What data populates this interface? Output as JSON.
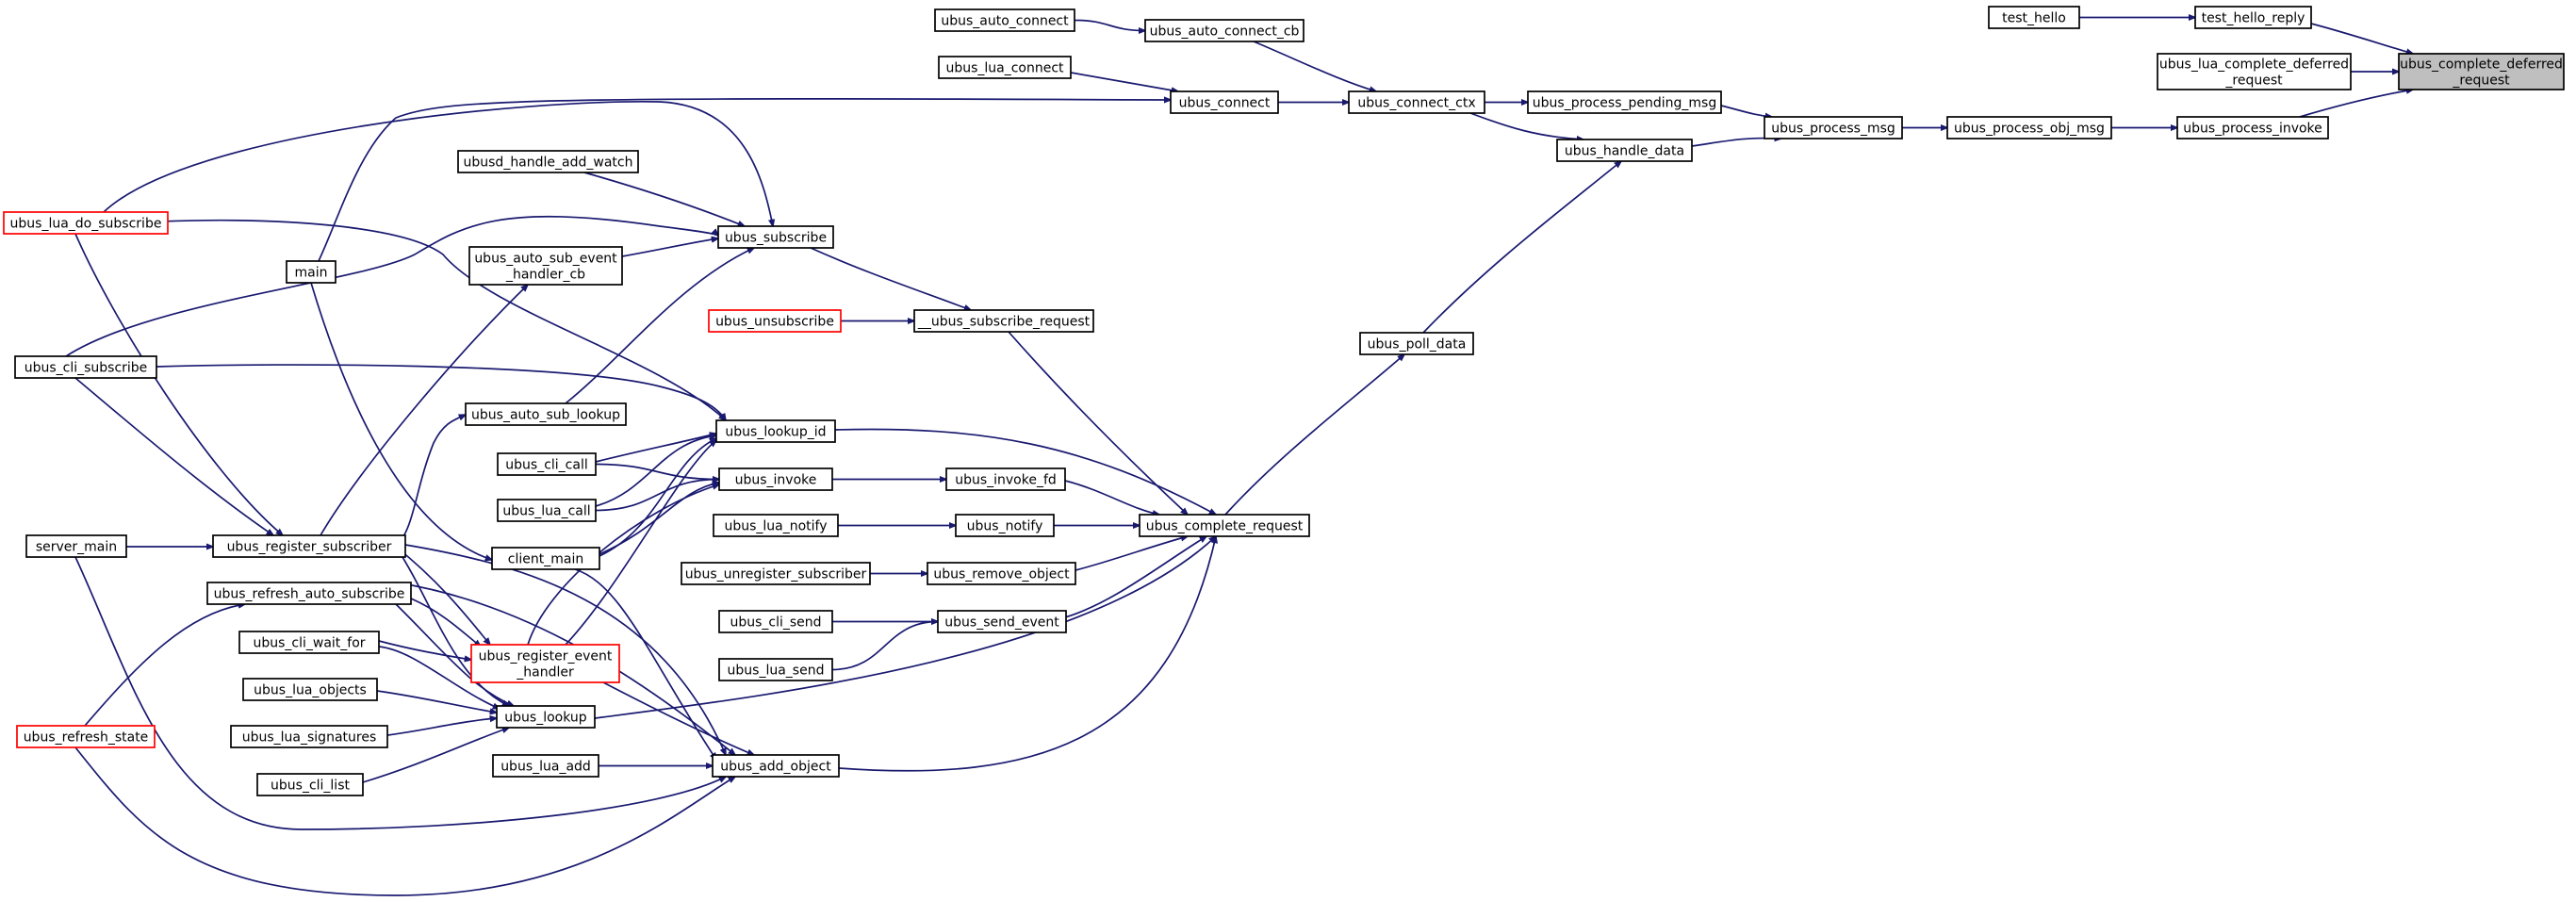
{
  "graph": {
    "colors": {
      "edge": "#191970",
      "node_border": "#000000",
      "node_border_truncated": "#ff0000",
      "root_fill": "#bfbfbf",
      "background": "#ffffff"
    },
    "nodes": [
      {
        "id": "ubus_complete_deferred_request",
        "lines": [
          "ubus_complete_deferred",
          "_request"
        ],
        "style": "root"
      },
      {
        "id": "test_hello_reply",
        "lines": [
          "test_hello_reply"
        ]
      },
      {
        "id": "test_hello",
        "lines": [
          "test_hello"
        ]
      },
      {
        "id": "ubus_lua_complete_deferred_request",
        "lines": [
          "ubus_lua_complete_deferred",
          "_request"
        ]
      },
      {
        "id": "ubus_process_invoke",
        "lines": [
          "ubus_process_invoke"
        ]
      },
      {
        "id": "ubus_process_obj_msg",
        "lines": [
          "ubus_process_obj_msg"
        ]
      },
      {
        "id": "ubus_process_msg",
        "lines": [
          "ubus_process_msg"
        ]
      },
      {
        "id": "ubus_process_pending_msg",
        "lines": [
          "ubus_process_pending_msg"
        ]
      },
      {
        "id": "ubus_handle_data",
        "lines": [
          "ubus_handle_data"
        ]
      },
      {
        "id": "ubus_connect_ctx",
        "lines": [
          "ubus_connect_ctx"
        ]
      },
      {
        "id": "ubus_auto_connect_cb",
        "lines": [
          "ubus_auto_connect_cb"
        ]
      },
      {
        "id": "ubus_auto_connect",
        "lines": [
          "ubus_auto_connect"
        ]
      },
      {
        "id": "ubus_lua_connect",
        "lines": [
          "ubus_lua_connect"
        ]
      },
      {
        "id": "ubus_connect",
        "lines": [
          "ubus_connect"
        ]
      },
      {
        "id": "ubus_poll_data",
        "lines": [
          "ubus_poll_data"
        ]
      },
      {
        "id": "ubus_complete_request",
        "lines": [
          "ubus_complete_request"
        ]
      },
      {
        "id": "ubus_subscribe_request",
        "lines": [
          "__ubus_subscribe_request"
        ]
      },
      {
        "id": "ubus_unsubscribe",
        "lines": [
          "ubus_unsubscribe"
        ],
        "style": "red"
      },
      {
        "id": "ubus_subscribe",
        "lines": [
          "ubus_subscribe"
        ]
      },
      {
        "id": "ubusd_handle_add_watch",
        "lines": [
          "ubusd_handle_add_watch"
        ]
      },
      {
        "id": "ubus_auto_sub_event_handler_cb",
        "lines": [
          "ubus_auto_sub_event",
          "_handler_cb"
        ]
      },
      {
        "id": "ubus_lookup_id",
        "lines": [
          "ubus_lookup_id"
        ]
      },
      {
        "id": "ubus_invoke",
        "lines": [
          "ubus_invoke"
        ]
      },
      {
        "id": "ubus_invoke_fd",
        "lines": [
          "ubus_invoke_fd"
        ]
      },
      {
        "id": "ubus_notify",
        "lines": [
          "ubus_notify"
        ]
      },
      {
        "id": "ubus_lua_notify",
        "lines": [
          "ubus_lua_notify"
        ]
      },
      {
        "id": "ubus_remove_object",
        "lines": [
          "ubus_remove_object"
        ]
      },
      {
        "id": "ubus_unregister_subscriber",
        "lines": [
          "ubus_unregister_subscriber"
        ]
      },
      {
        "id": "ubus_send_event",
        "lines": [
          "ubus_send_event"
        ]
      },
      {
        "id": "ubus_cli_send",
        "lines": [
          "ubus_cli_send"
        ]
      },
      {
        "id": "ubus_lua_send",
        "lines": [
          "ubus_lua_send"
        ]
      },
      {
        "id": "ubus_lookup",
        "lines": [
          "ubus_lookup"
        ]
      },
      {
        "id": "ubus_add_object",
        "lines": [
          "ubus_add_object"
        ]
      },
      {
        "id": "ubus_lua_add",
        "lines": [
          "ubus_lua_add"
        ]
      },
      {
        "id": "ubus_register_event_handler",
        "lines": [
          "ubus_register_event",
          "_handler"
        ],
        "style": "red"
      },
      {
        "id": "ubus_auto_sub_lookup",
        "lines": [
          "ubus_auto_sub_lookup"
        ]
      },
      {
        "id": "ubus_cli_call",
        "lines": [
          "ubus_cli_call"
        ]
      },
      {
        "id": "ubus_lua_call",
        "lines": [
          "ubus_lua_call"
        ]
      },
      {
        "id": "client_main",
        "lines": [
          "client_main"
        ]
      },
      {
        "id": "main",
        "lines": [
          "main"
        ]
      },
      {
        "id": "ubus_lua_do_subscribe",
        "lines": [
          "ubus_lua_do_subscribe"
        ],
        "style": "red"
      },
      {
        "id": "ubus_cli_subscribe",
        "lines": [
          "ubus_cli_subscribe"
        ]
      },
      {
        "id": "server_main",
        "lines": [
          "server_main"
        ]
      },
      {
        "id": "ubus_register_subscriber",
        "lines": [
          "ubus_register_subscriber"
        ]
      },
      {
        "id": "ubus_refresh_auto_subscribe",
        "lines": [
          "ubus_refresh_auto_subscribe"
        ]
      },
      {
        "id": "ubus_refresh_state",
        "lines": [
          "ubus_refresh_state"
        ],
        "style": "red"
      },
      {
        "id": "ubus_cli_wait_for",
        "lines": [
          "ubus_cli_wait_for"
        ]
      },
      {
        "id": "ubus_lua_objects",
        "lines": [
          "ubus_lua_objects"
        ]
      },
      {
        "id": "ubus_lua_signatures",
        "lines": [
          "ubus_lua_signatures"
        ]
      },
      {
        "id": "ubus_cli_list",
        "lines": [
          "ubus_cli_list"
        ]
      }
    ],
    "edges": [
      {
        "from": "test_hello",
        "to": "test_hello_reply"
      },
      {
        "from": "test_hello_reply",
        "to": "ubus_complete_deferred_request"
      },
      {
        "from": "ubus_lua_complete_deferred_request",
        "to": "ubus_complete_deferred_request"
      },
      {
        "from": "ubus_process_invoke",
        "to": "ubus_complete_deferred_request"
      },
      {
        "from": "ubus_process_obj_msg",
        "to": "ubus_process_invoke"
      },
      {
        "from": "ubus_process_msg",
        "to": "ubus_process_obj_msg"
      },
      {
        "from": "ubus_process_pending_msg",
        "to": "ubus_process_msg"
      },
      {
        "from": "ubus_handle_data",
        "to": "ubus_process_msg"
      },
      {
        "from": "ubus_connect_ctx",
        "to": "ubus_process_pending_msg"
      },
      {
        "from": "ubus_connect_ctx",
        "to": "ubus_handle_data"
      },
      {
        "from": "ubus_auto_connect_cb",
        "to": "ubus_connect_ctx"
      },
      {
        "from": "ubus_auto_connect",
        "to": "ubus_auto_connect_cb"
      },
      {
        "from": "ubus_connect",
        "to": "ubus_connect_ctx"
      },
      {
        "from": "ubus_lua_connect",
        "to": "ubus_connect"
      },
      {
        "from": "main",
        "to": "ubus_connect"
      },
      {
        "from": "ubus_poll_data",
        "to": "ubus_handle_data"
      },
      {
        "from": "ubus_complete_request",
        "to": "ubus_poll_data"
      },
      {
        "from": "ubus_subscribe_request",
        "to": "ubus_complete_request"
      },
      {
        "from": "ubus_lookup_id",
        "to": "ubus_complete_request"
      },
      {
        "from": "ubus_invoke_fd",
        "to": "ubus_complete_request"
      },
      {
        "from": "ubus_notify",
        "to": "ubus_complete_request"
      },
      {
        "from": "ubus_remove_object",
        "to": "ubus_complete_request"
      },
      {
        "from": "ubus_send_event",
        "to": "ubus_complete_request"
      },
      {
        "from": "ubus_lookup",
        "to": "ubus_complete_request"
      },
      {
        "from": "ubus_add_object",
        "to": "ubus_complete_request"
      },
      {
        "from": "ubus_subscribe",
        "to": "ubus_subscribe_request"
      },
      {
        "from": "ubus_unsubscribe",
        "to": "ubus_subscribe_request"
      },
      {
        "from": "ubusd_handle_add_watch",
        "to": "ubus_subscribe"
      },
      {
        "from": "ubus_auto_sub_event_handler_cb",
        "to": "ubus_subscribe"
      },
      {
        "from": "ubus_auto_sub_lookup",
        "to": "ubus_subscribe"
      },
      {
        "from": "ubus_lua_do_subscribe",
        "to": "ubus_subscribe"
      },
      {
        "from": "ubus_cli_subscribe",
        "to": "ubus_subscribe"
      },
      {
        "from": "ubus_invoke",
        "to": "ubus_invoke_fd"
      },
      {
        "from": "ubus_cli_call",
        "to": "ubus_invoke"
      },
      {
        "from": "ubus_lua_call",
        "to": "ubus_invoke"
      },
      {
        "from": "client_main",
        "to": "ubus_invoke"
      },
      {
        "from": "ubus_lua_notify",
        "to": "ubus_notify"
      },
      {
        "from": "ubus_unregister_subscriber",
        "to": "ubus_remove_object"
      },
      {
        "from": "ubus_cli_send",
        "to": "ubus_send_event"
      },
      {
        "from": "ubus_lua_send",
        "to": "ubus_send_event"
      },
      {
        "from": "ubus_cli_call",
        "to": "ubus_lookup_id"
      },
      {
        "from": "ubus_lua_call",
        "to": "ubus_lookup_id"
      },
      {
        "from": "client_main",
        "to": "ubus_lookup_id"
      },
      {
        "from": "ubus_cli_subscribe",
        "to": "ubus_lookup_id"
      },
      {
        "from": "ubus_lua_do_subscribe",
        "to": "ubus_lookup_id"
      },
      {
        "from": "ubus_register_event_handler",
        "to": "ubus_lookup_id"
      },
      {
        "from": "ubus_register_event_handler",
        "to": "ubus_invoke"
      },
      {
        "from": "ubus_register_event_handler",
        "to": "ubus_add_object"
      },
      {
        "from": "ubus_lua_add",
        "to": "ubus_add_object"
      },
      {
        "from": "ubus_register_subscriber",
        "to": "ubus_add_object"
      },
      {
        "from": "ubus_refresh_auto_subscribe",
        "to": "ubus_add_object"
      },
      {
        "from": "server_main",
        "to": "ubus_add_object"
      },
      {
        "from": "ubus_refresh_state",
        "to": "ubus_add_object"
      },
      {
        "from": "client_main",
        "to": "ubus_add_object"
      },
      {
        "from": "ubus_cli_wait_for",
        "to": "ubus_lookup"
      },
      {
        "from": "ubus_lua_objects",
        "to": "ubus_lookup"
      },
      {
        "from": "ubus_lua_signatures",
        "to": "ubus_lookup"
      },
      {
        "from": "ubus_cli_list",
        "to": "ubus_lookup"
      },
      {
        "from": "ubus_register_subscriber",
        "to": "ubus_lookup"
      },
      {
        "from": "ubus_refresh_auto_subscribe",
        "to": "ubus_lookup"
      },
      {
        "from": "ubus_register_subscriber",
        "to": "ubus_auto_sub_lookup"
      },
      {
        "from": "ubus_register_subscriber",
        "to": "ubus_auto_sub_event_handler_cb"
      },
      {
        "from": "ubus_register_subscriber",
        "to": "ubus_register_event_handler"
      },
      {
        "from": "ubus_refresh_auto_subscribe",
        "to": "ubus_register_event_handler"
      },
      {
        "from": "ubus_cli_wait_for",
        "to": "ubus_register_event_handler"
      },
      {
        "from": "server_main",
        "to": "ubus_register_subscriber"
      },
      {
        "from": "ubus_lua_do_subscribe",
        "to": "ubus_register_subscriber"
      },
      {
        "from": "ubus_cli_subscribe",
        "to": "ubus_register_subscriber"
      },
      {
        "from": "ubus_refresh_state",
        "to": "ubus_refresh_auto_subscribe"
      },
      {
        "from": "main",
        "to": "client_main"
      }
    ]
  }
}
